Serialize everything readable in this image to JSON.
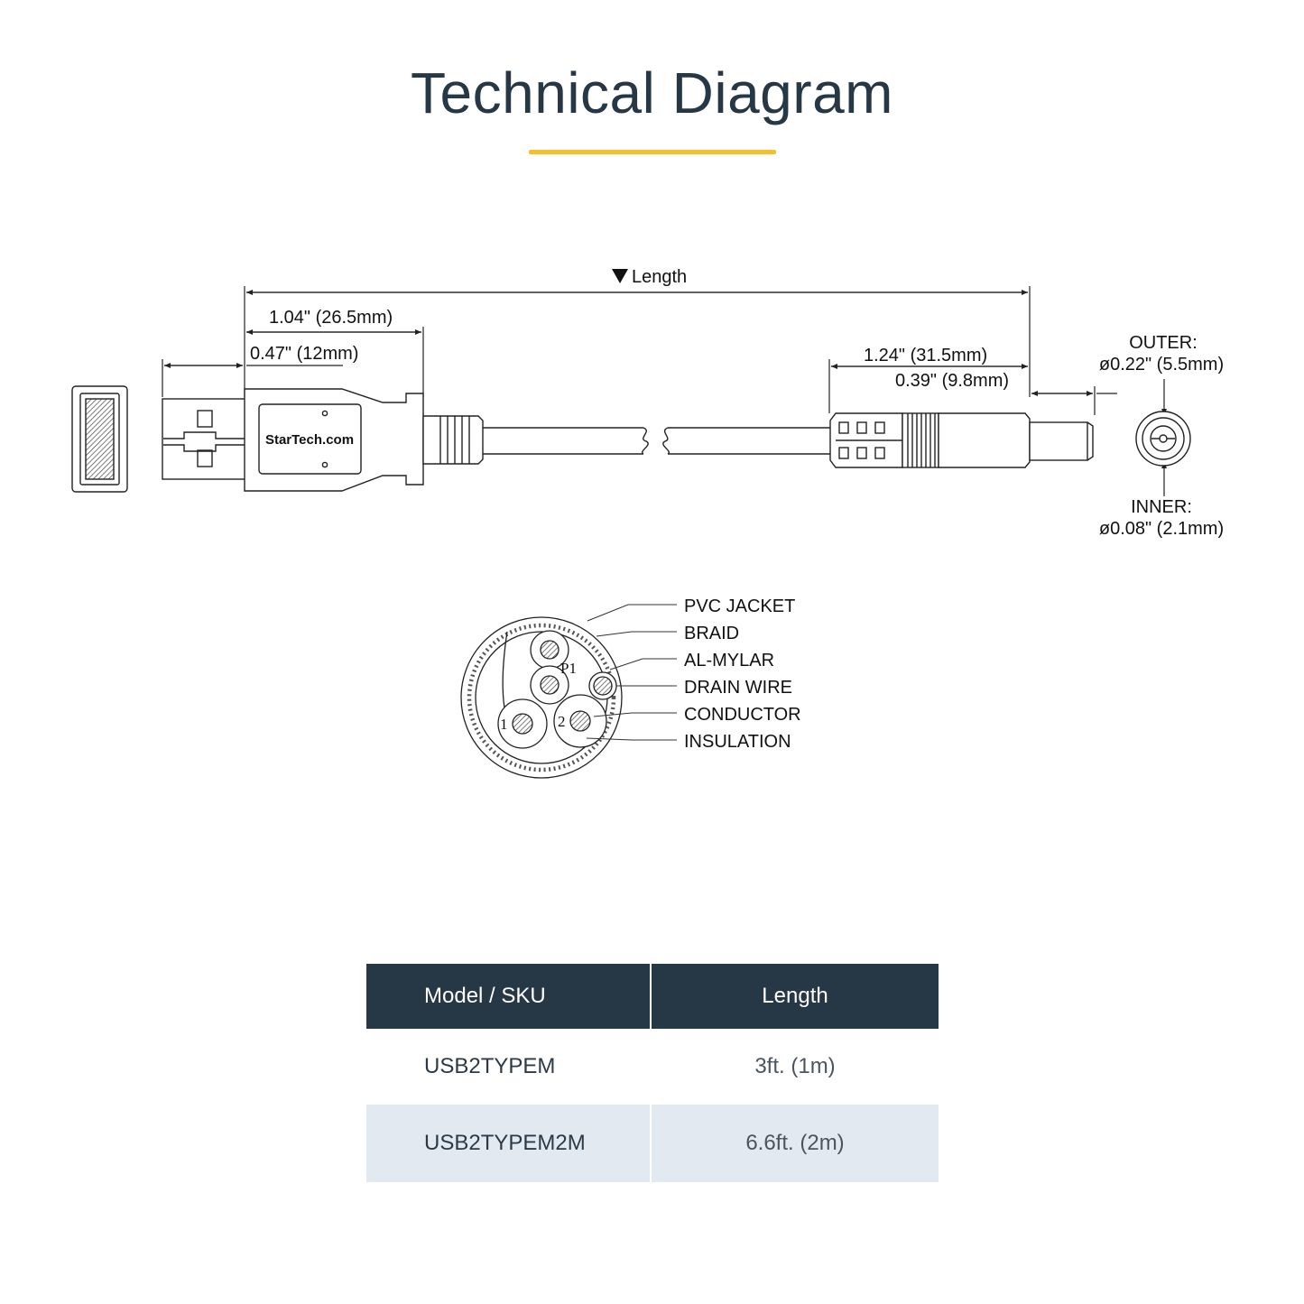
{
  "header": {
    "title": "Technical Diagram",
    "accent_color": "#f5c02c",
    "title_color": "#263746"
  },
  "dimensions": {
    "length_label": "Length",
    "usb_plug_total": "1.04\" (26.5mm)",
    "usb_plug_tip": "0.47\" (12mm)",
    "dc_plug_total": "1.24\" (31.5mm)",
    "dc_plug_tip": "0.39\" (9.8mm)",
    "outer_label": "OUTER:",
    "outer_value": "ø0.22\" (5.5mm)",
    "inner_label": "INNER:",
    "inner_value": "ø0.08\" (2.1mm)"
  },
  "brand_logo": "StarTech.com",
  "cross_section": {
    "labels": [
      "PVC JACKET",
      "BRAID",
      "AL-MYLAR",
      "DRAIN WIRE",
      "CONDUCTOR",
      "INSULATION"
    ],
    "markers": {
      "pair": "P1",
      "wire1": "1",
      "wire2": "2"
    }
  },
  "table": {
    "headers": [
      "Model / SKU",
      "Length"
    ],
    "rows": [
      {
        "sku": "USB2TYPEM",
        "length": "3ft. (1m)"
      },
      {
        "sku": "USB2TYPEM2M",
        "length": "6.6ft. (2m)"
      }
    ],
    "header_bg": "#263746",
    "alt_row_bg": "#e3e9f0"
  }
}
